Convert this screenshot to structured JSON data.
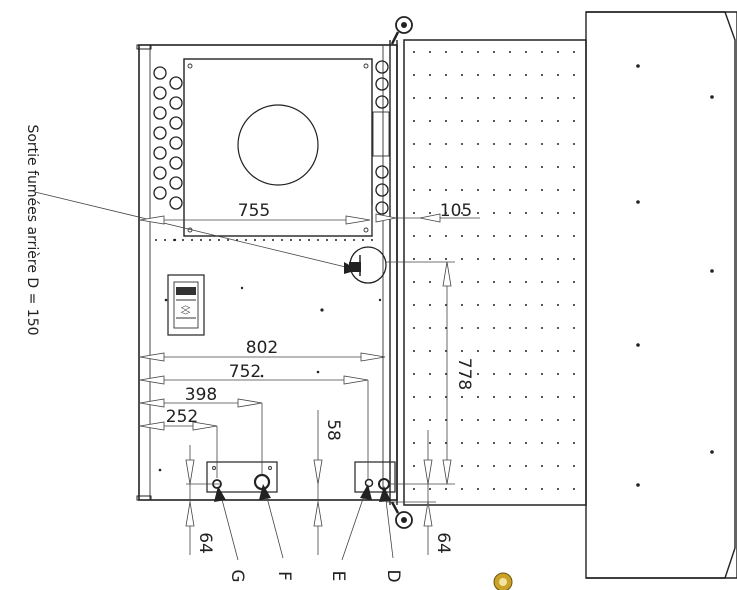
{
  "drawing": {
    "side_note": "Sortie fumées arrière D = 150",
    "dimensions": {
      "d755": "755",
      "d105": "105",
      "d802": "802",
      "d752": "752",
      "d398": "398",
      "d252": "252",
      "d778": "778",
      "d58": "58",
      "d64_left": "64",
      "d64_right": "64"
    },
    "connection_labels": {
      "G": "G",
      "F": "F",
      "E": "E",
      "D": "D"
    }
  }
}
